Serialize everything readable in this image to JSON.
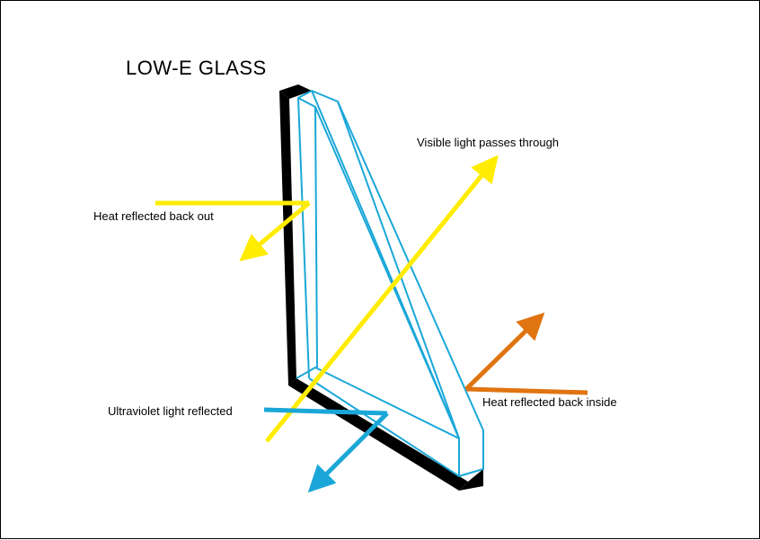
{
  "title": "LOW-E GLASS",
  "labels": {
    "visible_light": "Visible light passes through",
    "heat_out": "Heat reflected back out",
    "uv": "Ultraviolet light reflected",
    "heat_in": "Heat reflected back inside"
  },
  "colors": {
    "frame": "#000000",
    "glass": "#1aa7d8",
    "visible_light": "#ffec00",
    "heat_out": "#ffec00",
    "uv": "#1aa7d8",
    "heat_in": "#e07411"
  }
}
